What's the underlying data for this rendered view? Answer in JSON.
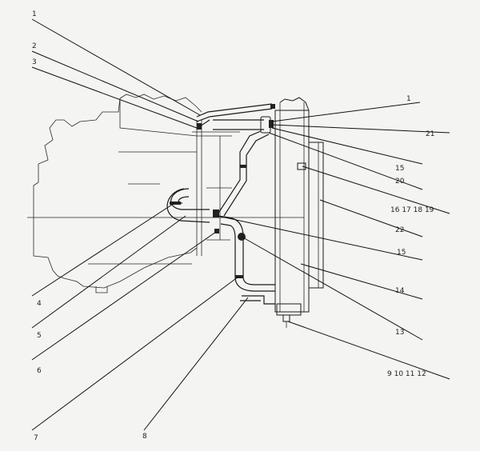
{
  "labels": {
    "l1a": "1",
    "l2": "2",
    "l3": "3",
    "l4": "4",
    "l5": "5",
    "l6": "6",
    "l7": "7",
    "l8": "8",
    "l1b": "1",
    "l21": "21",
    "l15a": "15",
    "l20": "20",
    "l16_19": "16  17  18  19",
    "l22": "22",
    "l15b": "15",
    "l14": "14",
    "l13": "13",
    "l9_12": "9  10  11  12"
  }
}
